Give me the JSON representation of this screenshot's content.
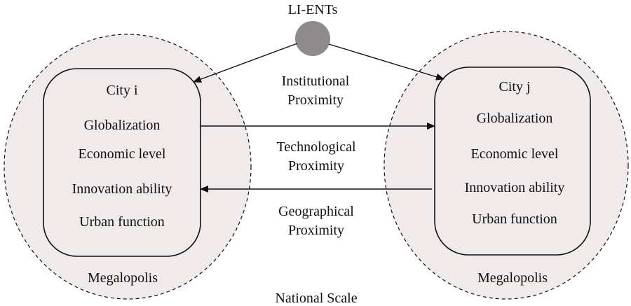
{
  "top_node": {
    "label": "LI-ENTs",
    "color": "#8f8a8b"
  },
  "colors": {
    "region_fill": "#f0ebea",
    "stroke": "#111111"
  },
  "city_i": {
    "title": "City i",
    "factors": [
      "Globalization",
      "Economic level",
      "Innovation ability",
      "Urban function"
    ],
    "region_label": "Megalopolis"
  },
  "city_j": {
    "title": "City j",
    "factors": [
      "Globalization",
      "Economic level",
      "Innovation ability",
      "Urban function"
    ],
    "region_label": "Megalopolis"
  },
  "proximities": {
    "institutional": [
      "Institutional",
      "Proximity"
    ],
    "technological": [
      "Technological",
      "Proximity"
    ],
    "geographical": [
      "Geographical",
      "Proximity"
    ]
  },
  "scale_label": "National Scale"
}
